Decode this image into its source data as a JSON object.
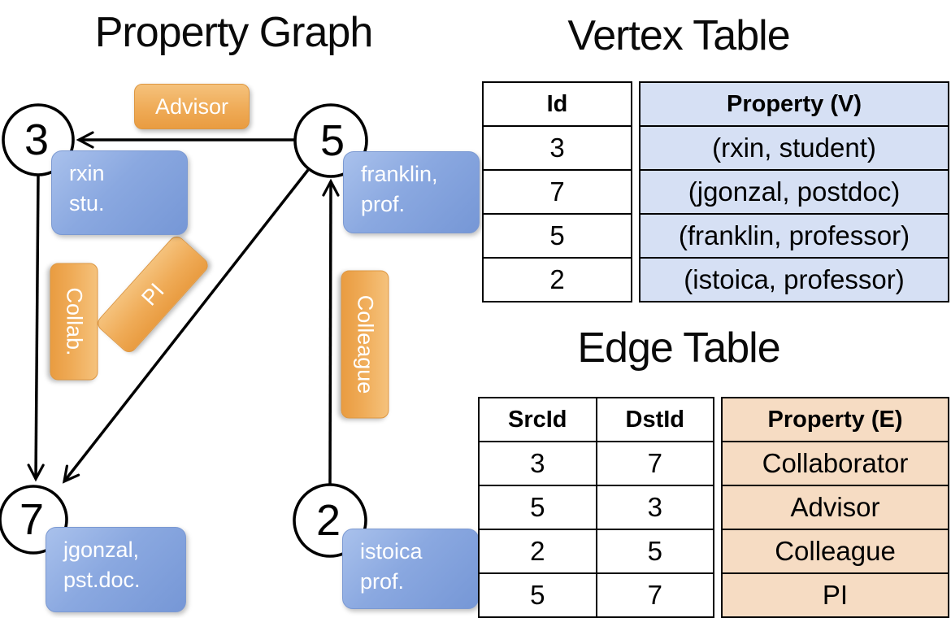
{
  "graph": {
    "title": "Property Graph",
    "nodes": [
      {
        "id": "3",
        "label": "3"
      },
      {
        "id": "5",
        "label": "5"
      },
      {
        "id": "7",
        "label": "7"
      },
      {
        "id": "2",
        "label": "2"
      }
    ],
    "node_properties": [
      {
        "node": "3",
        "line1": "rxin",
        "line2": "stu."
      },
      {
        "node": "5",
        "line1": "franklin,",
        "line2": "prof."
      },
      {
        "node": "7",
        "line1": "jgonzal,",
        "line2": "pst.doc."
      },
      {
        "node": "2",
        "line1": "istoica",
        "line2": "prof."
      }
    ],
    "edge_labels": [
      {
        "edge": "5-3",
        "text": "Advisor"
      },
      {
        "edge": "3-7",
        "text": "Collab."
      },
      {
        "edge": "5-7",
        "text": "PI"
      },
      {
        "edge": "2-5",
        "text": "Colleague"
      }
    ]
  },
  "vertex_table": {
    "title": "Vertex Table",
    "columns": [
      "Id",
      "Property (V)"
    ],
    "rows": [
      [
        "3",
        "(rxin, student)"
      ],
      [
        "7",
        "(jgonzal, postdoc)"
      ],
      [
        "5",
        "(franklin, professor)"
      ],
      [
        "2",
        "(istoica, professor)"
      ]
    ]
  },
  "edge_table": {
    "title": "Edge Table",
    "columns": [
      "SrcId",
      "DstId",
      "Property (E)"
    ],
    "rows": [
      [
        "3",
        "7",
        "Collaborator"
      ],
      [
        "5",
        "3",
        "Advisor"
      ],
      [
        "2",
        "5",
        "Colleague"
      ],
      [
        "5",
        "7",
        "PI"
      ]
    ]
  },
  "colors": {
    "edge_label_orange": "#efab57",
    "vertex_box_blue": "#8aa8e0",
    "vertex_table_fill": "#d6e0f4",
    "edge_table_fill": "#f6dcc3",
    "line_black": "#000000"
  }
}
